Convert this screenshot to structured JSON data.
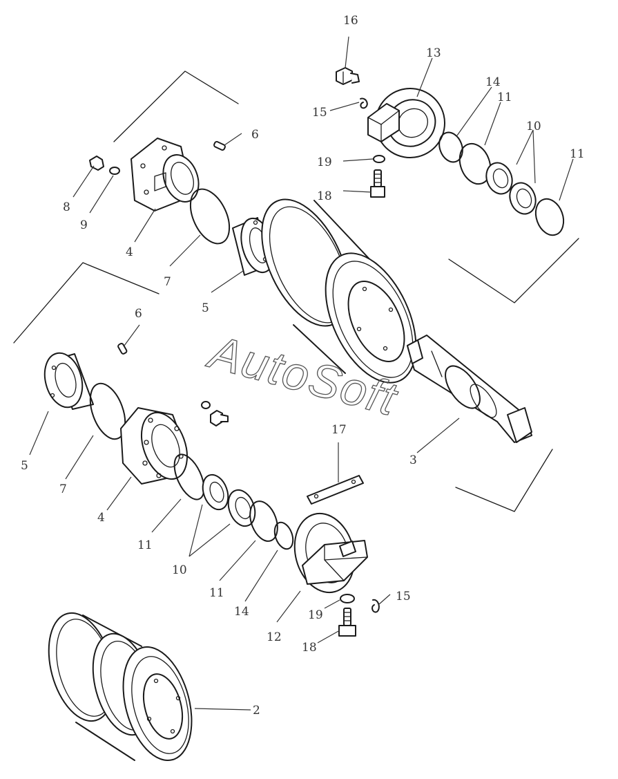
{
  "watermark": "AutoSoft",
  "callouts": {
    "c2": "2",
    "c3": "3",
    "c4_top": "4",
    "c4_bottom": "4",
    "c5_top": "5",
    "c5_bottom": "5",
    "c6_top": "6",
    "c6_bottom": "6",
    "c7_top": "7",
    "c7_bottom": "7",
    "c8_top": "8",
    "c9_top": "9",
    "c10_top": "10",
    "c10_bottom": "10",
    "c11_top_a": "11",
    "c11_top_b": "11",
    "c11_bottom_a": "11",
    "c11_bottom_b": "11",
    "c12": "12",
    "c13": "13",
    "c14_top": "14",
    "c14_bottom": "14",
    "c15_top": "15",
    "c15_bottom": "15",
    "c16": "16",
    "c17": "17",
    "c18_top": "18",
    "c18_bottom": "18",
    "c19_top": "19",
    "c19_bottom": "19"
  }
}
